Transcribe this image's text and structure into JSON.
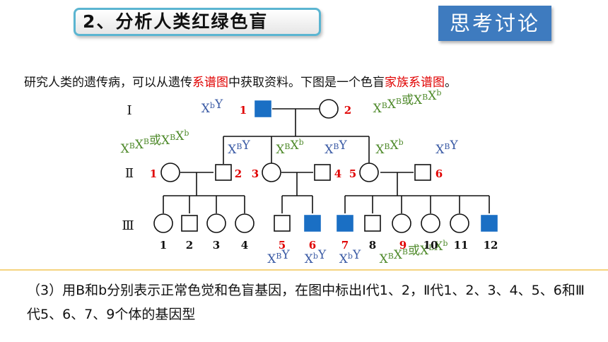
{
  "header": {
    "title": "2、分析人类红绿色盲",
    "think_label": "思考讨论"
  },
  "intro": {
    "part1": "研究人类的遗传病，可以从遗传",
    "highlight1": "系谱图",
    "part2": "中获取资料。下图是一个色盲",
    "highlight2": "家族系谱图",
    "part3": "。"
  },
  "generations": {
    "g1": "Ⅰ",
    "g2": "Ⅱ",
    "g3": "Ⅲ"
  },
  "individuals": {
    "I1": {
      "num": "1",
      "sex": "male",
      "affected": true,
      "genotype": "XbY"
    },
    "I2": {
      "num": "2",
      "sex": "female",
      "affected": false,
      "genotype": "XBXB或XBXb"
    },
    "II1": {
      "num": "1",
      "sex": "female",
      "affected": false,
      "genotype": "XBXB或XBXb"
    },
    "II2": {
      "num": "2",
      "sex": "male",
      "affected": false,
      "genotype": "XBY"
    },
    "II3": {
      "num": "3",
      "sex": "female",
      "affected": false,
      "genotype": "XBXb"
    },
    "II4": {
      "num": "4",
      "sex": "male",
      "affected": false,
      "genotype": "XBY"
    },
    "II5": {
      "num": "5",
      "sex": "female",
      "affected": false,
      "genotype": "XBXb"
    },
    "II6": {
      "num": "6",
      "sex": "male",
      "affected": false,
      "genotype": "XBY"
    },
    "III1": {
      "num": "1",
      "sex": "female",
      "affected": false
    },
    "III2": {
      "num": "2",
      "sex": "male",
      "affected": false
    },
    "III3": {
      "num": "3",
      "sex": "female",
      "affected": false
    },
    "III4": {
      "num": "4",
      "sex": "female",
      "affected": false
    },
    "III5": {
      "num": "5",
      "sex": "male",
      "affected": false,
      "genotype": "XBY"
    },
    "III6": {
      "num": "6",
      "sex": "male",
      "affected": true,
      "genotype": "XbY"
    },
    "III7": {
      "num": "7",
      "sex": "male",
      "affected": true,
      "genotype": "XbY"
    },
    "III8": {
      "num": "8",
      "sex": "male",
      "affected": false
    },
    "III9": {
      "num": "9",
      "sex": "female",
      "affected": false,
      "genotype": "XBXB或XBXb"
    },
    "III10": {
      "num": "10",
      "sex": "female",
      "affected": false
    },
    "III11": {
      "num": "11",
      "sex": "female",
      "affected": false
    },
    "III12": {
      "num": "12",
      "sex": "male",
      "affected": true
    }
  },
  "question": "（3）用B和b分别表示正常色觉和色盲基因，在图中标出Ⅰ代1、2，Ⅱ代1、2、3、4、5、6和Ⅲ代5、6、7、9个体的基因型",
  "colors": {
    "affected": "#1a6fc4",
    "label_red": "#e00000",
    "male_geno": "#3b5ba5",
    "female_geno": "#4f8a2b"
  }
}
